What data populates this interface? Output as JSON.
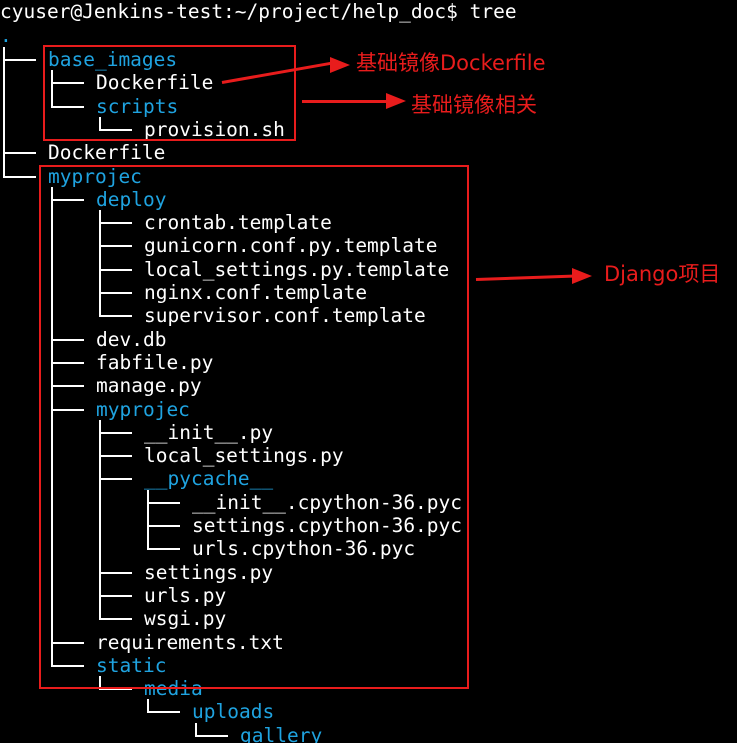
{
  "terminal": {
    "prompt": "cyuser@Jenkins-test:~/project/help_doc$ tree",
    "root": ".",
    "colors": {
      "background": "#000000",
      "text": "#ffffff",
      "directory": "#1fa3e0",
      "annotation": "#e81c1c"
    }
  },
  "tree": [
    {
      "guides": [
        "tee"
      ],
      "name": "base_images",
      "kind": "dir"
    },
    {
      "guides": [
        "bar",
        "tee"
      ],
      "name": "Dockerfile",
      "kind": "file"
    },
    {
      "guides": [
        "bar",
        "corner"
      ],
      "name": "scripts",
      "kind": "dir"
    },
    {
      "guides": [
        "bar",
        "space",
        "corner"
      ],
      "name": "provision.sh",
      "kind": "file"
    },
    {
      "guides": [
        "tee"
      ],
      "name": "Dockerfile",
      "kind": "file"
    },
    {
      "guides": [
        "corner"
      ],
      "name": "myprojec",
      "kind": "dir"
    },
    {
      "guides": [
        "space",
        "tee"
      ],
      "name": "deploy",
      "kind": "dir"
    },
    {
      "guides": [
        "space",
        "bar",
        "tee"
      ],
      "name": "crontab.template",
      "kind": "file"
    },
    {
      "guides": [
        "space",
        "bar",
        "tee"
      ],
      "name": "gunicorn.conf.py.template",
      "kind": "file"
    },
    {
      "guides": [
        "space",
        "bar",
        "tee"
      ],
      "name": "local_settings.py.template",
      "kind": "file"
    },
    {
      "guides": [
        "space",
        "bar",
        "tee"
      ],
      "name": "nginx.conf.template",
      "kind": "file"
    },
    {
      "guides": [
        "space",
        "bar",
        "corner"
      ],
      "name": "supervisor.conf.template",
      "kind": "file"
    },
    {
      "guides": [
        "space",
        "tee"
      ],
      "name": "dev.db",
      "kind": "file"
    },
    {
      "guides": [
        "space",
        "tee"
      ],
      "name": "fabfile.py",
      "kind": "file"
    },
    {
      "guides": [
        "space",
        "tee"
      ],
      "name": "manage.py",
      "kind": "file"
    },
    {
      "guides": [
        "space",
        "tee"
      ],
      "name": "myprojec",
      "kind": "dir"
    },
    {
      "guides": [
        "space",
        "bar",
        "tee"
      ],
      "name": "__init__.py",
      "kind": "file"
    },
    {
      "guides": [
        "space",
        "bar",
        "tee"
      ],
      "name": "local_settings.py",
      "kind": "file"
    },
    {
      "guides": [
        "space",
        "bar",
        "tee"
      ],
      "name": "__pycache__",
      "kind": "dir"
    },
    {
      "guides": [
        "space",
        "bar",
        "bar",
        "tee"
      ],
      "name": "__init__.cpython-36.pyc",
      "kind": "file"
    },
    {
      "guides": [
        "space",
        "bar",
        "bar",
        "tee"
      ],
      "name": "settings.cpython-36.pyc",
      "kind": "file"
    },
    {
      "guides": [
        "space",
        "bar",
        "bar",
        "corner"
      ],
      "name": "urls.cpython-36.pyc",
      "kind": "file"
    },
    {
      "guides": [
        "space",
        "bar",
        "tee"
      ],
      "name": "settings.py",
      "kind": "file"
    },
    {
      "guides": [
        "space",
        "bar",
        "tee"
      ],
      "name": "urls.py",
      "kind": "file"
    },
    {
      "guides": [
        "space",
        "bar",
        "corner"
      ],
      "name": "wsgi.py",
      "kind": "file"
    },
    {
      "guides": [
        "space",
        "tee"
      ],
      "name": "requirements.txt",
      "kind": "file"
    },
    {
      "guides": [
        "space",
        "corner"
      ],
      "name": "static",
      "kind": "dir"
    },
    {
      "guides": [
        "space",
        "space",
        "corner"
      ],
      "name": "media",
      "kind": "dir"
    },
    {
      "guides": [
        "space",
        "space",
        "space",
        "corner"
      ],
      "name": "uploads",
      "kind": "dir"
    },
    {
      "guides": [
        "space",
        "space",
        "space",
        "space",
        "corner"
      ],
      "name": "gallery",
      "kind": "dir"
    }
  ],
  "annotations": [
    {
      "text": "基础镜像Dockerfile"
    },
    {
      "text": "基础镜像相关"
    },
    {
      "text": "Django项目"
    }
  ]
}
